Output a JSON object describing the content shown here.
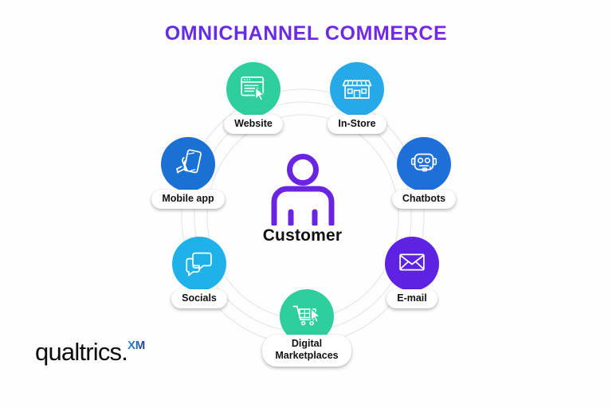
{
  "title": "OMNICHANNEL COMMERCE",
  "title_gradient": {
    "from": "#5536dd",
    "to": "#8425ec"
  },
  "center": {
    "label": "Customer",
    "icon": "person-icon",
    "color": "#6a25e0"
  },
  "nodes": [
    {
      "id": "website",
      "label": "Website",
      "icon": "browser-window-cursor-icon",
      "color": "#2ecf9c",
      "position": "top-left"
    },
    {
      "id": "in-store",
      "label": "In-Store",
      "icon": "storefront-icon",
      "color": "#26a9e8",
      "position": "top-right"
    },
    {
      "id": "mobile-app",
      "label": "Mobile app",
      "icon": "hand-holding-phone-icon",
      "color": "#1b70d4",
      "position": "left-upper"
    },
    {
      "id": "chatbots",
      "label": "Chatbots",
      "icon": "robot-icon",
      "color": "#1f6fd8",
      "position": "right-upper"
    },
    {
      "id": "socials",
      "label": "Socials",
      "icon": "chat-bubbles-icon",
      "color": "#1fb2ea",
      "position": "left-lower"
    },
    {
      "id": "email",
      "label": "E-mail",
      "icon": "envelope-icon",
      "color": "#5e23e2",
      "position": "right-lower"
    },
    {
      "id": "digital-marketplaces",
      "label": "Digital\nMarketplaces",
      "icon": "shopping-cart-cursor-icon",
      "color": "#2ecf9c",
      "position": "bottom"
    }
  ],
  "logo": {
    "word": "qualtrics.",
    "suffix": "XM",
    "suffix_gradient": {
      "from": "#2f8fd4",
      "to": "#1e3f8f"
    }
  },
  "rings": {
    "stroke": "#e3e3e6",
    "count": 3
  }
}
